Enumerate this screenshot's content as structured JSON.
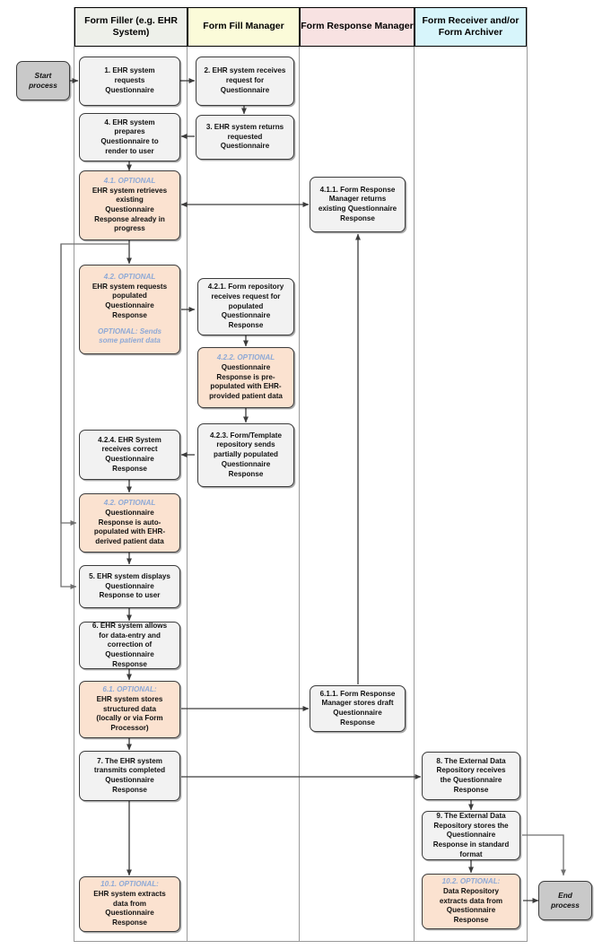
{
  "diagram": {
    "title": "Questionnaire / Form Filling Process Swimlane Diagram",
    "colors": {
      "lane_form_filler": "#eef0ea",
      "lane_form_fill_manager": "#fbfbd9",
      "lane_form_response_manager": "#f8e2e2",
      "lane_form_receiver": "#d7f5fb",
      "node_standard": "#f2f2f2",
      "node_optional": "#fbe2d0",
      "node_terminator": "#c9c9c9",
      "optional_text": "#8ea9d6",
      "connector": "#3c3c3c"
    }
  },
  "lanes": [
    {
      "id": "form-filler",
      "label": "Form Filler\n(e.g. EHR System)"
    },
    {
      "id": "form-fill-manager",
      "label": "Form Fill Manager"
    },
    {
      "id": "form-response-manager",
      "label": "Form Response\nManager"
    },
    {
      "id": "form-receiver",
      "label": "Form Receiver\nand/or Form Archiver"
    }
  ],
  "lane_labels": {
    "form_filler_line1": "Form Filler",
    "form_filler_line2": "(e.g. EHR System)",
    "form_fill_manager": "Form Fill Manager",
    "form_response_manager_line1": "Form Response",
    "form_response_manager_line2": "Manager",
    "form_receiver_line1": "Form Receiver",
    "form_receiver_line2": "and/or Form Archiver"
  },
  "terminators": {
    "start_line1": "Start",
    "start_line2": "process",
    "end_line1": "End",
    "end_line2": "process"
  },
  "nodes": {
    "n1": {
      "id": "1",
      "lane": "form-filler",
      "type": "standard",
      "text": "1. EHR system requests Questionnaire"
    },
    "n2": {
      "id": "2",
      "lane": "form-fill-manager",
      "type": "standard",
      "text": "2. EHR system receives request for Questionnaire"
    },
    "n3": {
      "id": "3",
      "lane": "form-fill-manager",
      "type": "standard",
      "text": "3. EHR system returns requested Questionnaire"
    },
    "n4": {
      "id": "4",
      "lane": "form-filler",
      "type": "standard",
      "text": "4. EHR system prepares Questionnaire to render to user"
    },
    "n41": {
      "id": "4.1",
      "lane": "form-filler",
      "type": "optional",
      "optional_label": "4.1. OPTIONAL",
      "text": "EHR system retrieves existing Questionnaire Response already in progress"
    },
    "n411": {
      "id": "4.1.1",
      "lane": "form-response-manager",
      "type": "standard",
      "text": "4.1.1. Form Response Manager returns existing Questionnaire Response"
    },
    "n42": {
      "id": "4.2",
      "lane": "form-filler",
      "type": "optional",
      "optional_label": "4.2. OPTIONAL",
      "text": "EHR system requests populated Questionnaire Response",
      "sub_label": "OPTIONAL: Sends some patient data"
    },
    "n421": {
      "id": "4.2.1",
      "lane": "form-fill-manager",
      "type": "standard",
      "text": "4.2.1. Form repository receives request for populated Questionnaire Response"
    },
    "n422": {
      "id": "4.2.2",
      "lane": "form-fill-manager",
      "type": "optional",
      "optional_label": "4.2.2. OPTIONAL",
      "text": "Questionnaire Response is pre-populated with EHR-provided patient data"
    },
    "n423": {
      "id": "4.2.3",
      "lane": "form-fill-manager",
      "type": "standard",
      "text": "4.2.3. Form/Template repository sends partially populated Questionnaire Response"
    },
    "n424": {
      "id": "4.2.4",
      "lane": "form-filler",
      "type": "standard",
      "text": "4.2.4. EHR System receives correct Questionnaire Response"
    },
    "n42b": {
      "id": "4.2b",
      "lane": "form-filler",
      "type": "optional",
      "optional_label": "4.2. OPTIONAL",
      "text": "Questionnaire Response is auto-populated with EHR-derived patient data"
    },
    "n5": {
      "id": "5",
      "lane": "form-filler",
      "type": "standard",
      "text": "5. EHR system displays Questionnaire Response to user"
    },
    "n6": {
      "id": "6",
      "lane": "form-filler",
      "type": "standard",
      "text": "6. EHR system allows for data-entry and correction of Questionnaire Response"
    },
    "n61": {
      "id": "6.1",
      "lane": "form-filler",
      "type": "optional",
      "optional_label": "6.1. OPTIONAL:",
      "text": "EHR system stores structured data (locally or via Form Processor)"
    },
    "n611": {
      "id": "6.1.1",
      "lane": "form-response-manager",
      "type": "standard",
      "text": "6.1.1. Form Response Manager stores draft Questionnaire Response"
    },
    "n7": {
      "id": "7",
      "lane": "form-filler",
      "type": "standard",
      "text": "7. The EHR system transmits completed Questionnaire Response"
    },
    "n8": {
      "id": "8",
      "lane": "form-receiver",
      "type": "standard",
      "text": "8. The External Data Repository receives the Questionnaire Response"
    },
    "n9": {
      "id": "9",
      "lane": "form-receiver",
      "type": "standard",
      "text": "9. The External Data Repository stores the Questionnaire Response in standard format"
    },
    "n101": {
      "id": "10.1",
      "lane": "form-filler",
      "type": "optional",
      "optional_label": "10.1. OPTIONAL:",
      "text": "EHR system extracts data from Questionnaire Response"
    },
    "n102": {
      "id": "10.2",
      "lane": "form-receiver",
      "type": "optional",
      "optional_label": "10.2. OPTIONAL:",
      "text": "Data Repository extracts data from Questionnaire Response"
    }
  },
  "node_text_lines": {
    "n1": [
      "1. EHR system",
      "requests",
      "Questionnaire"
    ],
    "n2": [
      "2. EHR system receives",
      "request for",
      "Questionnaire"
    ],
    "n3": [
      "3. EHR system returns",
      "requested",
      "Questionnaire"
    ],
    "n4": [
      "4. EHR system",
      "prepares",
      "Questionnaire to",
      "render to user"
    ],
    "n41": [
      "EHR system retrieves",
      "existing",
      "Questionnaire",
      "Response already in",
      "progress"
    ],
    "n411": [
      "4.1.1. Form Response",
      "Manager returns",
      "existing Questionnaire",
      "Response"
    ],
    "n42": [
      "EHR system requests",
      "populated",
      "Questionnaire",
      "Response"
    ],
    "n42sub": [
      "OPTIONAL: Sends",
      "some patient data"
    ],
    "n421": [
      "4.2.1. Form repository",
      "receives request for",
      "populated",
      "Questionnaire",
      "Response"
    ],
    "n422": [
      "Questionnaire",
      "Response is pre-",
      "populated with EHR-",
      "provided patient data"
    ],
    "n423": [
      "4.2.3. Form/Template",
      "repository sends",
      "partially populated",
      "Questionnaire",
      "Response"
    ],
    "n424": [
      "4.2.4. EHR System",
      "receives correct",
      "Questionnaire",
      "Response"
    ],
    "n42b": [
      "Questionnaire",
      "Response is auto-",
      "populated with EHR-",
      "derived patient data"
    ],
    "n5": [
      "5. EHR system displays",
      "Questionnaire",
      "Response to user"
    ],
    "n6": [
      "6. EHR system allows",
      "for data-entry and",
      "correction of",
      "Questionnaire",
      "Response"
    ],
    "n61": [
      "EHR system stores",
      "structured data",
      "(locally or via Form",
      "Processor)"
    ],
    "n611": [
      "6.1.1. Form Response",
      "Manager stores draft",
      "Questionnaire",
      "Response"
    ],
    "n7": [
      "7. The EHR system",
      "transmits completed",
      "Questionnaire",
      "Response"
    ],
    "n8": [
      "8. The External Data",
      "Repository receives",
      "the Questionnaire",
      "Response"
    ],
    "n9": [
      "9. The External Data",
      "Repository stores the",
      "Questionnaire",
      "Response in standard",
      "format"
    ],
    "n101": [
      "EHR system extracts",
      "data from",
      "Questionnaire",
      "Response"
    ],
    "n102": [
      "Data Repository",
      "extracts data from",
      "Questionnaire",
      "Response"
    ]
  },
  "optional_labels": {
    "n41": "4.1. OPTIONAL",
    "n42": "4.2. OPTIONAL",
    "n422": "4.2.2. OPTIONAL",
    "n42b": "4.2. OPTIONAL",
    "n61": "6.1. OPTIONAL:",
    "n101": "10.1. OPTIONAL:",
    "n102": "10.2. OPTIONAL:"
  },
  "flows": [
    {
      "from": "start",
      "to": "n1",
      "style": "solid"
    },
    {
      "from": "n1",
      "to": "n2",
      "style": "solid"
    },
    {
      "from": "n2",
      "to": "n3",
      "style": "solid"
    },
    {
      "from": "n3",
      "to": "n4",
      "style": "solid"
    },
    {
      "from": "n4",
      "to": "n41",
      "style": "solid"
    },
    {
      "from": "n41",
      "to": "n411",
      "style": "bidirectional"
    },
    {
      "from": "n41",
      "to": "n42",
      "style": "solid"
    },
    {
      "from": "n41",
      "to": "n42b",
      "style": "routed-left"
    },
    {
      "from": "n42",
      "to": "n421",
      "style": "solid"
    },
    {
      "from": "n421",
      "to": "n422",
      "style": "solid"
    },
    {
      "from": "n422",
      "to": "n423",
      "style": "solid"
    },
    {
      "from": "n423",
      "to": "n424",
      "style": "solid"
    },
    {
      "from": "n424",
      "to": "n42b",
      "style": "solid"
    },
    {
      "from": "n42b",
      "to": "n5",
      "style": "solid"
    },
    {
      "from": "n4",
      "to": "n5",
      "style": "routed-left"
    },
    {
      "from": "n5",
      "to": "n6",
      "style": "solid"
    },
    {
      "from": "n6",
      "to": "n61",
      "style": "solid"
    },
    {
      "from": "n61",
      "to": "n611",
      "style": "solid"
    },
    {
      "from": "n611",
      "to": "n411",
      "style": "solid"
    },
    {
      "from": "n61",
      "to": "n7",
      "style": "solid"
    },
    {
      "from": "n7",
      "to": "n8",
      "style": "solid"
    },
    {
      "from": "n7",
      "to": "n101",
      "style": "solid"
    },
    {
      "from": "n8",
      "to": "n9",
      "style": "solid"
    },
    {
      "from": "n9",
      "to": "n102",
      "style": "solid"
    },
    {
      "from": "n9",
      "to": "end",
      "style": "routed-right"
    },
    {
      "from": "n102",
      "to": "end",
      "style": "solid"
    }
  ]
}
